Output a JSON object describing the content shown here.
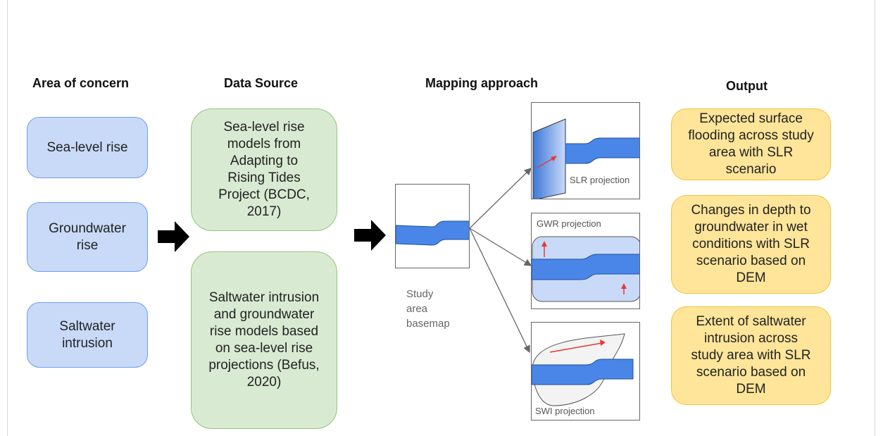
{
  "headings": {
    "area": "Area of concern",
    "source": "Data Source",
    "mapping": "Mapping approach",
    "output": "Output"
  },
  "areas": [
    "Sea-level rise",
    "Groundwater rise",
    "Saltwater intrusion"
  ],
  "sources": [
    "Sea-level rise models from Adapting to Rising Tides Project (BCDC, 2017)",
    "Saltwater intrusion and groundwater rise models based on sea-level rise projections (Befus, 2020)"
  ],
  "basemap_caption": "Study area basemap",
  "projections": {
    "slr": "SLR projection",
    "gwr": "GWR projection",
    "swi": "SWI projection"
  },
  "outputs": [
    "Expected surface flooding across study area with SLR scenario",
    "Changes in depth to groundwater in wet conditions with SLR scenario based on DEM",
    "Extent of saltwater intrusion across study area with SLR scenario based on DEM"
  ],
  "colors": {
    "area_fill": "#c9daf8",
    "area_border": "#6d9eeb",
    "source_fill": "#d9ead3",
    "source_border": "#93c47d",
    "output_fill": "#ffe599",
    "output_border": "#f1c232",
    "river": "#4a86e8",
    "flow_arrow": "#e53935"
  }
}
